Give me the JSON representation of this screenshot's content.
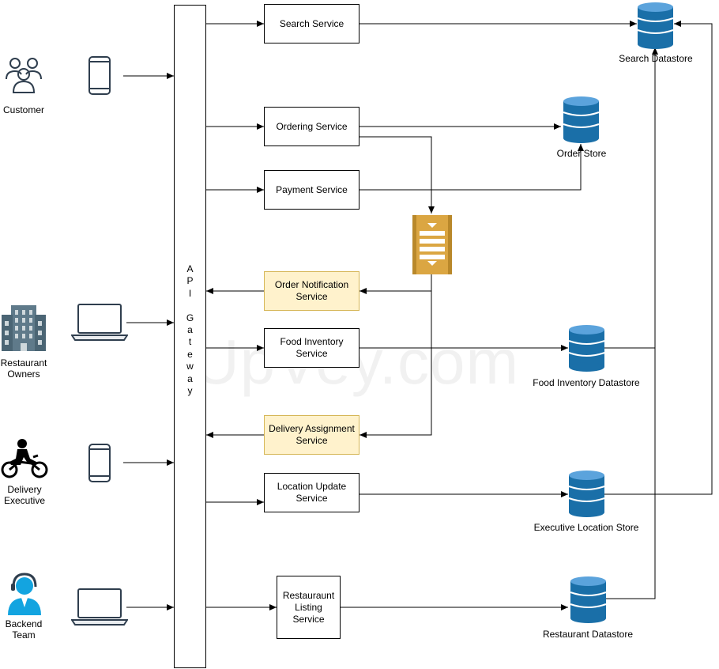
{
  "actors": {
    "customer": "Customer",
    "restaurant_owners": "Restaurant\nOwners",
    "delivery_executive": "Delivery\nExecutive",
    "backend_team": "Backend\nTeam"
  },
  "gateway": {
    "letters": [
      "A",
      "P",
      "I",
      "",
      "G",
      "a",
      "t",
      "e",
      "w",
      "a",
      "y"
    ]
  },
  "services": {
    "search": "Search Service",
    "ordering": "Ordering Service",
    "payment": "Payment Service",
    "order_notification": "Order Notification\nService",
    "food_inventory": "Food Inventory\nService",
    "delivery_assignment": "Delivery Assignment\nService",
    "location_update": "Location Update\nService",
    "restaurant_listing": "Restauraunt\nListing\nService"
  },
  "datastores": {
    "search": "Search Datastore",
    "order": "Order Store",
    "food_inventory": "Food Inventory Datastore",
    "executive_location": "Executive Location Store",
    "restaurant": "Restaurant Datastore"
  },
  "watermark": "UpVey.com",
  "colors": {
    "db_light": "#5ba3dc",
    "db_dark": "#1a6fa8",
    "queue": "#dba642",
    "notify_fill": "#fff2cc",
    "notify_border": "#d6b656",
    "icon_dark": "#2f3e4e",
    "avatar": "#13a4e0"
  }
}
